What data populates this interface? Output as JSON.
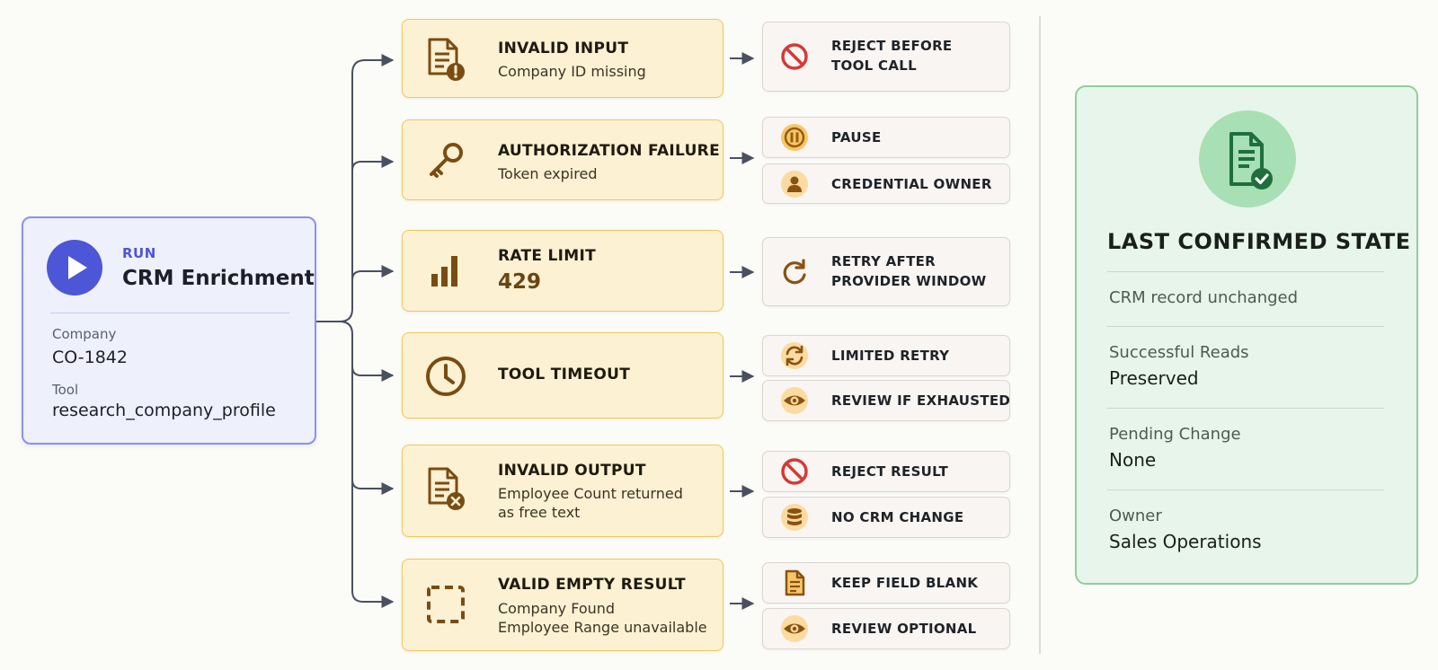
{
  "run": {
    "kicker": "RUN",
    "title": "CRM Enrichment",
    "company_label": "Company",
    "company_value": "CO-1842",
    "tool_label": "Tool",
    "tool_value": "research_company_profile"
  },
  "errors": [
    {
      "title": "INVALID INPUT",
      "subtitle": "Company ID missing",
      "icon": "document-warning-icon"
    },
    {
      "title": "AUTHORIZATION FAILURE",
      "subtitle": "Token expired",
      "icon": "key-icon"
    },
    {
      "title": "RATE LIMIT",
      "value": "429",
      "icon": "bar-chart-icon"
    },
    {
      "title": "TOOL TIMEOUT",
      "icon": "clock-icon"
    },
    {
      "title": "INVALID OUTPUT",
      "subtitle_line1": "Employee Count returned",
      "subtitle_line2": "as free text",
      "icon": "document-x-icon"
    },
    {
      "title": "VALID EMPTY RESULT",
      "subtitle_line1": "Company Found",
      "subtitle_line2": "Employee Range unavailable",
      "icon": "dashed-square-icon"
    }
  ],
  "actions": [
    {
      "line1": "REJECT BEFORE",
      "line2": "TOOL CALL",
      "icon": "no-entry-icon"
    },
    {
      "line1": "PAUSE",
      "icon": "pause-icon"
    },
    {
      "line1": "CREDENTIAL OWNER",
      "icon": "person-icon"
    },
    {
      "line1": "RETRY AFTER",
      "line2": "PROVIDER WINDOW",
      "icon": "retry-icon"
    },
    {
      "line1": "LIMITED RETRY",
      "icon": "sync-icon"
    },
    {
      "line1": "REVIEW IF EXHAUSTED",
      "icon": "eye-icon"
    },
    {
      "line1": "REJECT RESULT",
      "icon": "no-entry-icon"
    },
    {
      "line1": "NO CRM CHANGE",
      "icon": "database-icon"
    },
    {
      "line1": "KEEP FIELD BLANK",
      "icon": "document-icon"
    },
    {
      "line1": "REVIEW OPTIONAL",
      "icon": "eye-icon"
    }
  ],
  "state": {
    "title": "LAST CONFIRMED STATE",
    "icon": "document-check-icon",
    "crm_record": "CRM record unchanged",
    "reads_label": "Successful Reads",
    "reads_value": "Preserved",
    "pending_label": "Pending Change",
    "pending_value": "None",
    "owner_label": "Owner",
    "owner_value": "Sales Operations"
  },
  "colors": {
    "run_accent": "#4d56d6",
    "error_fill": "#fcf1d2",
    "error_icon": "#7a4c12",
    "reject_red": "#d23b35",
    "state_fill": "#e8f5ea",
    "state_accent": "#1f6f3e"
  }
}
